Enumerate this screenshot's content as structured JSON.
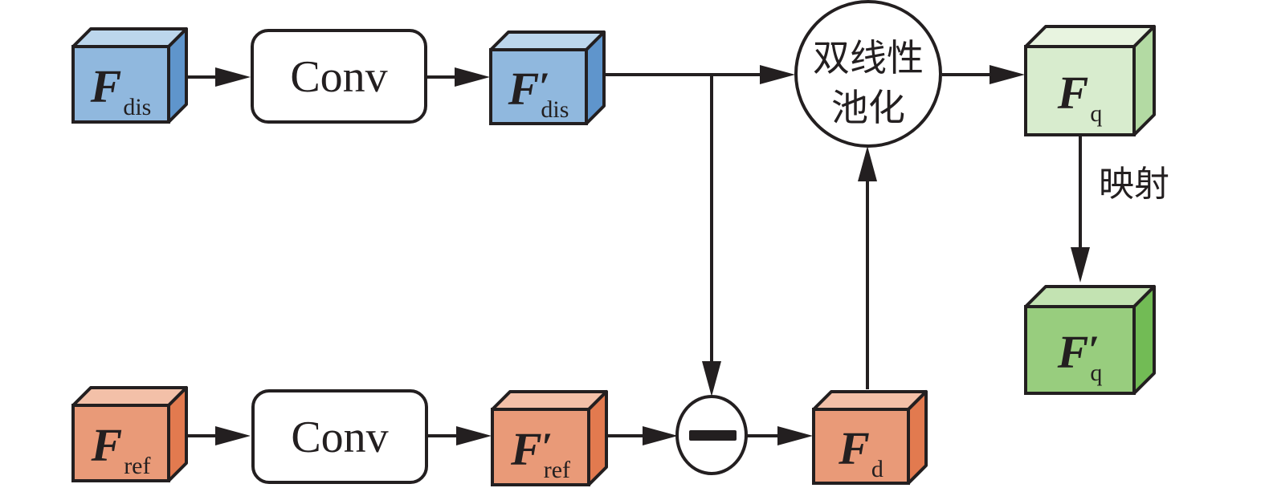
{
  "diagram": {
    "nodes": {
      "f_dis": {
        "main": "F",
        "prime": "",
        "sub": "dis",
        "color": "blue"
      },
      "conv_top": {
        "label": "Conv"
      },
      "f_dis_prime": {
        "main": "F",
        "prime": "′",
        "sub": "dis",
        "color": "blue"
      },
      "bilinear_pool": {
        "line1": "双线性",
        "line2": "池化"
      },
      "f_q": {
        "main": "F",
        "prime": "",
        "sub": "q",
        "color": "light-green"
      },
      "f_q_prime": {
        "main": "F",
        "prime": "′",
        "sub": "q",
        "color": "green"
      },
      "f_ref": {
        "main": "F",
        "prime": "",
        "sub": "ref",
        "color": "orange"
      },
      "conv_bottom": {
        "label": "Conv"
      },
      "f_ref_prime": {
        "main": "F",
        "prime": "′",
        "sub": "ref",
        "color": "orange"
      },
      "subtract": {
        "symbol": "minus"
      },
      "f_d": {
        "main": "F",
        "prime": "",
        "sub": "d",
        "color": "orange"
      }
    },
    "edge_labels": {
      "mapping": "映射"
    },
    "edges": [
      [
        "f_dis",
        "conv_top"
      ],
      [
        "conv_top",
        "f_dis_prime"
      ],
      [
        "f_dis_prime",
        "bilinear_pool"
      ],
      [
        "f_dis_prime",
        "subtract"
      ],
      [
        "bilinear_pool",
        "f_q"
      ],
      [
        "f_q",
        "f_q_prime"
      ],
      [
        "f_ref",
        "conv_bottom"
      ],
      [
        "conv_bottom",
        "f_ref_prime"
      ],
      [
        "f_ref_prime",
        "subtract"
      ],
      [
        "subtract",
        "f_d"
      ],
      [
        "f_d",
        "bilinear_pool"
      ]
    ],
    "palette": {
      "blue": {
        "front": "#90b8de",
        "top": "#bcd6ec",
        "side": "#5f95cc"
      },
      "orange": {
        "front": "#e99a78",
        "top": "#f3c0a8",
        "side": "#e27a4f"
      },
      "light-green": {
        "front": "#d8ecce",
        "top": "#e8f4e0",
        "side": "#b3daa3"
      },
      "green": {
        "front": "#98cd7e",
        "top": "#c3e3b2",
        "side": "#72bb55"
      },
      "stroke": "#231f20"
    }
  }
}
